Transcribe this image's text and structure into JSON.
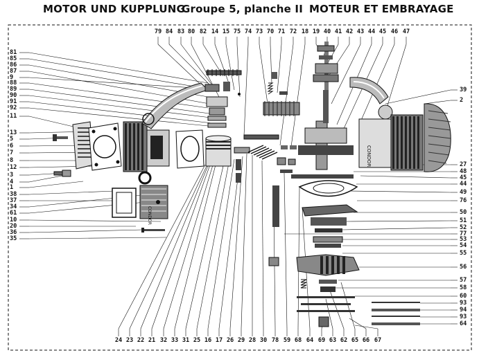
{
  "header": {
    "left_title": "MOTOR UND KUPPLUNG",
    "center_title": "Groupe 5, planche II",
    "right_title": "MOTEUR ET EMBRAYAGE"
  },
  "brand": {
    "mark": "CONDOR"
  },
  "callouts": {
    "top": [
      "79",
      "84",
      "83",
      "80",
      "82",
      "14",
      "15",
      "75",
      "74",
      "73",
      "70",
      "71",
      "72",
      "18",
      "19",
      "40",
      "41",
      "42",
      "43",
      "44",
      "45",
      "46",
      "47"
    ],
    "left": [
      "81",
      "85",
      "86",
      "87",
      "9",
      "88",
      "89",
      "90",
      "91",
      "92",
      "11",
      "13",
      "5",
      "6",
      "7",
      "8",
      "12",
      "3",
      "4",
      "1",
      "38",
      "37",
      "34",
      "61",
      "10",
      "20",
      "36",
      "35"
    ],
    "right": [
      "39",
      "2",
      "27",
      "48",
      "45",
      "44",
      "76",
      "49",
      "50",
      "51",
      "52",
      "77",
      "53",
      "54",
      "55",
      "56",
      "57",
      "58",
      "60",
      "93",
      "94",
      "93",
      "64"
    ],
    "bottom": [
      "24",
      "23",
      "22",
      "21",
      "32",
      "33",
      "31",
      "25",
      "16",
      "17",
      "26",
      "29",
      "28",
      "30",
      "78",
      "59",
      "68",
      "64",
      "69",
      "63",
      "62",
      "65",
      "66",
      "67"
    ]
  },
  "colors": {
    "ink": "#111111",
    "paper": "#ffffff",
    "shade": "#4a4a4a"
  }
}
